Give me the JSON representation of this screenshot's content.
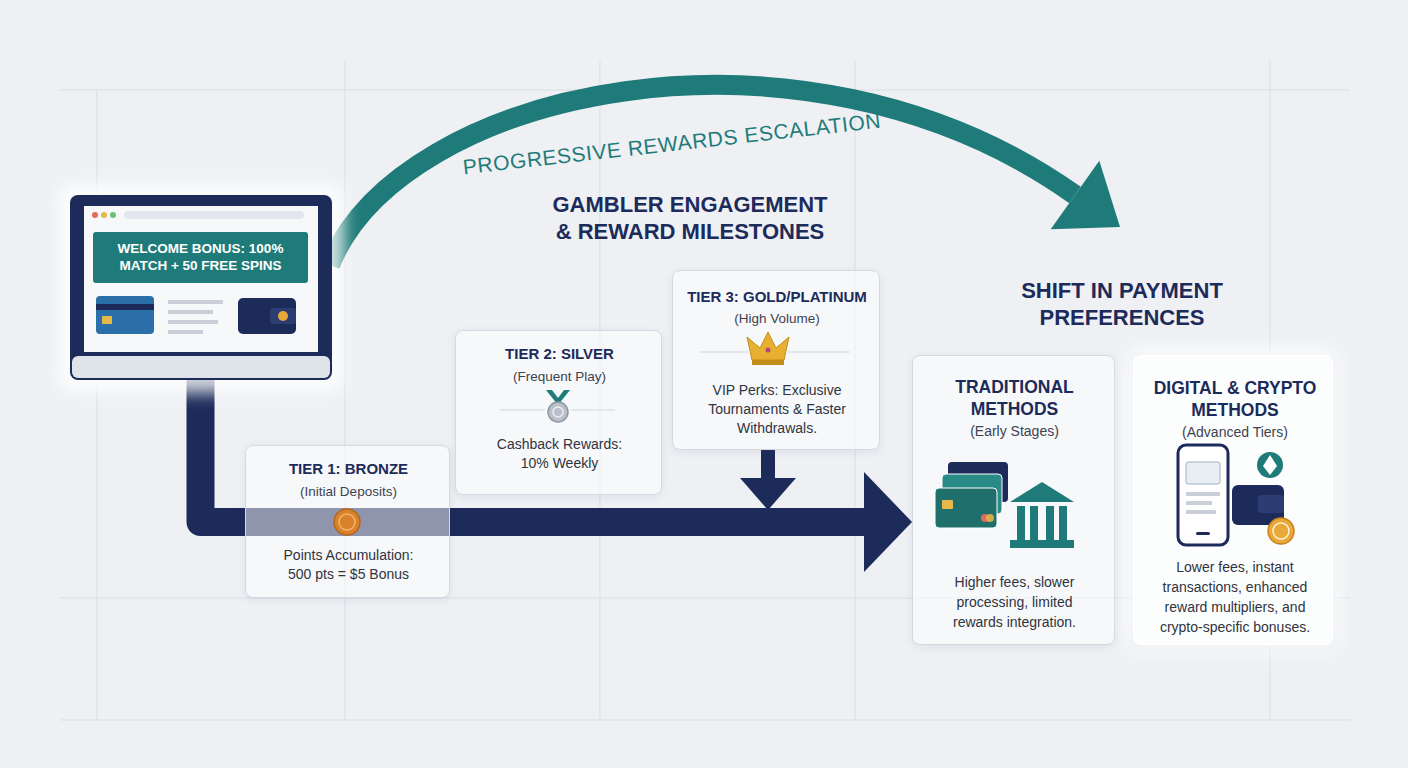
{
  "diagram": {
    "title": "GAMBLER ENGAGEMENT & REWARD MILESTONES",
    "nodes": [
      {
        "text": [
          "WELCOME BONUS: 100% MATCH + 50 FREE SPINS"
        ]
      },
      {
        "text": [
          "TIER 1: BRONZE",
          "(Initial Deposits)",
          "Points Accumulation: 500 pts = $5 Bonus"
        ]
      },
      {
        "text": [
          "TIER 2: SILVER",
          "(Frequent Play)",
          "Cashback Rewards: 10% Weekly"
        ]
      },
      {
        "text": [
          "TIER 3: GOLD/PLATINUM",
          "(High Volume)",
          "VIP Perks: Exclusive Tournaments & Faster Withdrawals."
        ]
      },
      {
        "text": [
          "TRADITIONAL METHODS",
          "(Early Stages)",
          "Higher fees, slower processing, limited rewards integration."
        ]
      },
      {
        "text": [
          "DIGITAL & CRYPTO METHODS",
          "(Advanced Tiers)",
          "Lower fees, instant transactions, enhanced reward multipliers, and crypto-specific bonuses."
        ]
      }
    ],
    "edges": [
      {
        "from": 0,
        "to": 4,
        "arrow": "to"
      }
    ],
    "labels": [
      "PROGRESSIVE REWARDS ESCALATION",
      "SHIFT IN PAYMENT PREFERENCES"
    ]
  }
}
